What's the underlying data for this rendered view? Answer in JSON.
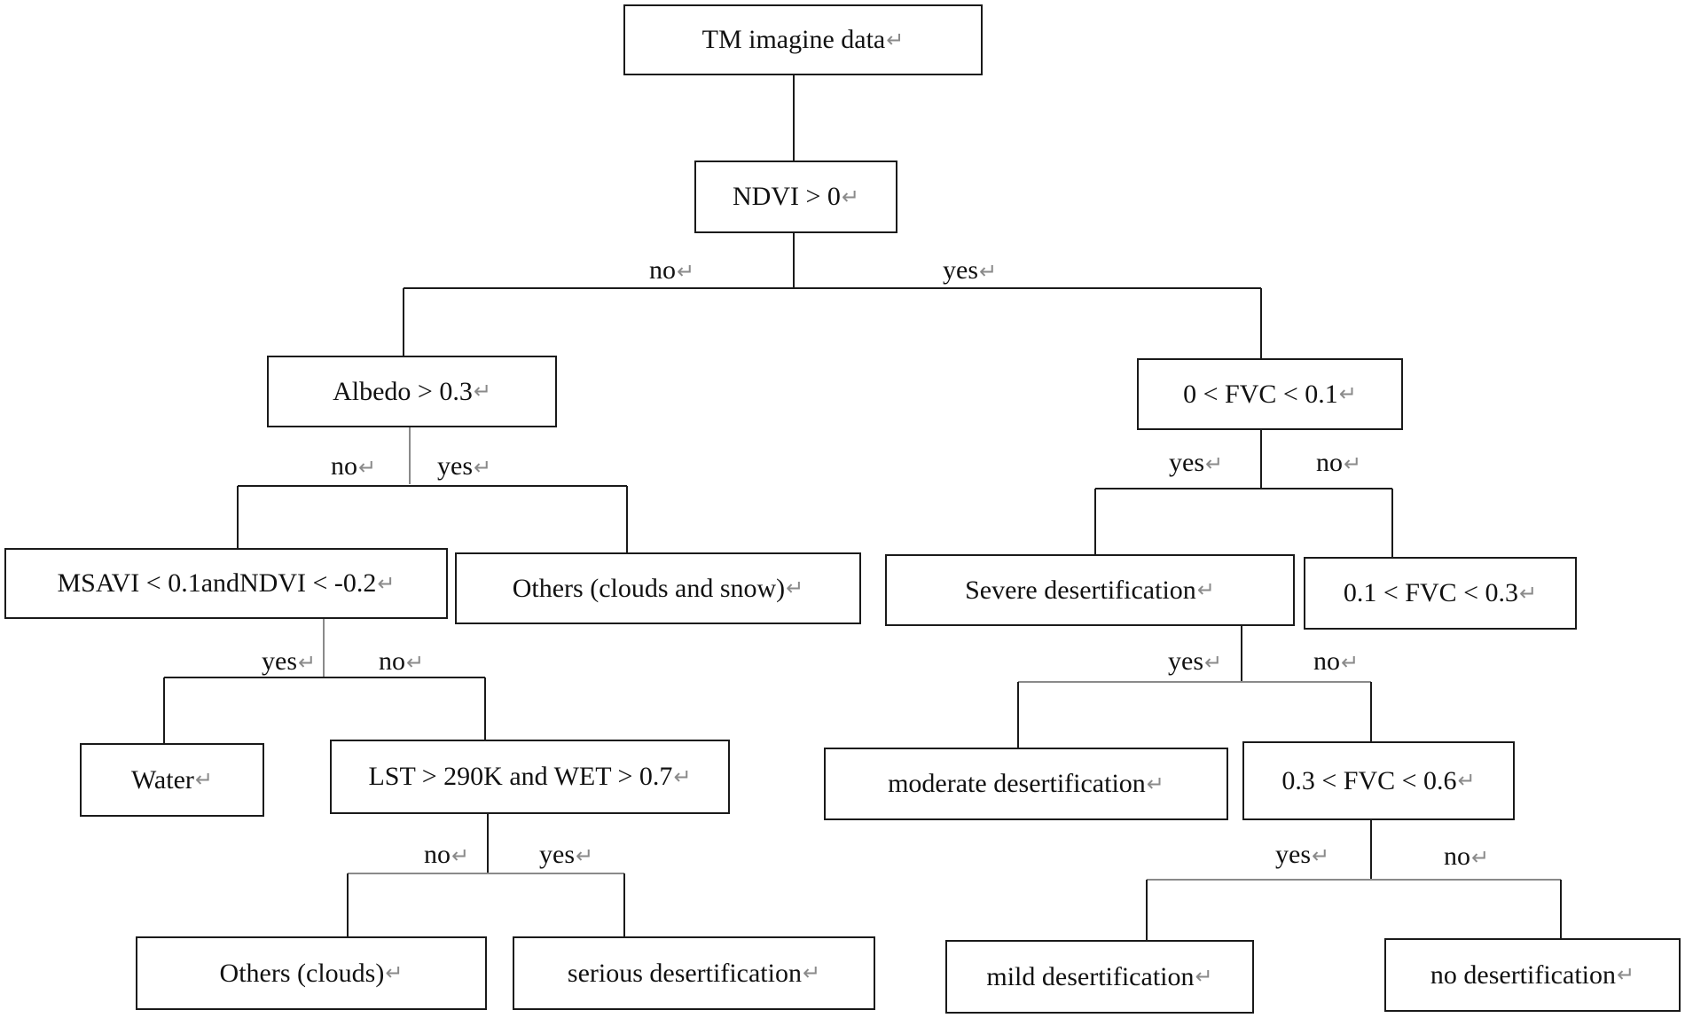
{
  "mark": "↵",
  "nodes": {
    "root": "TM imagine data",
    "ndvi": "NDVI > 0",
    "albedo": "Albedo > 0.3",
    "fvc01": "0 < FVC < 0.1",
    "msavi": "MSAVI < 0.1andNDVI < -0.2",
    "clouds_snow": "Others (clouds and snow)",
    "severe": "Severe desertification",
    "fvc13": "0.1 < FVC < 0.3",
    "water": "Water",
    "lst": "LST > 290K and WET > 0.7",
    "moderate": "moderate desertification",
    "fvc36": "0.3 < FVC < 0.6",
    "clouds": "Others (clouds)",
    "serious": "serious desertification",
    "mild": "mild desertification",
    "none": "no desertification"
  },
  "labels": {
    "ndvi_no": "no",
    "ndvi_yes": "yes",
    "albedo_no": "no",
    "albedo_yes": "yes",
    "fvc01_yes": "yes",
    "fvc01_no": "no",
    "msavi_yes": "yes",
    "msavi_no": "no",
    "severe_yes": "yes",
    "severe_no": "no",
    "lst_no": "no",
    "lst_yes": "yes",
    "fvc36_yes": "yes",
    "fvc36_no": "no"
  }
}
